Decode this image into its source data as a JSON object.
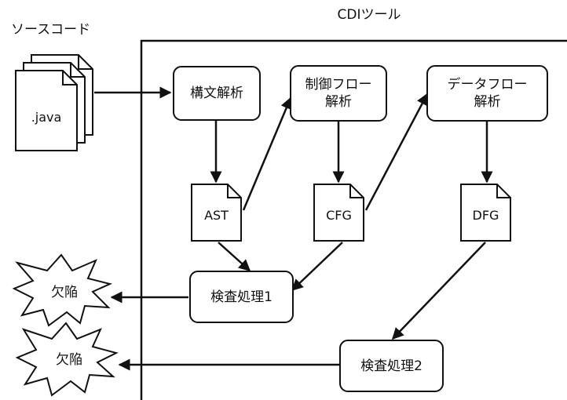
{
  "source_code_label": "ソースコード",
  "tool_label": "CDIツール",
  "java_file_label": ".java",
  "processes": {
    "syntax_analysis": "構文解析",
    "control_flow_analysis": [
      "制御フロー",
      "解析"
    ],
    "data_flow_analysis": [
      "データフロー",
      "解析"
    ],
    "inspection_1": "検査処理1",
    "inspection_2": "検査処理2"
  },
  "artifacts": {
    "ast": "AST",
    "cfg": "CFG",
    "dfg": "DFG"
  },
  "defect_1": "欠陥",
  "defect_2": "欠陥"
}
